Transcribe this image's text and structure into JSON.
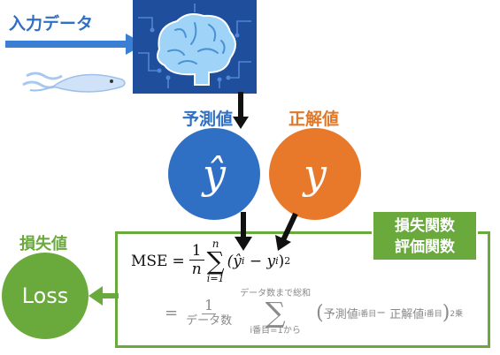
{
  "input_label": "入力データ",
  "prediction_label": "予測値",
  "correct_label": "正解値",
  "y_hat_symbol": "ŷ",
  "y_symbol": "y",
  "loss_value_label": "損失値",
  "loss_text": "Loss",
  "metric_box": {
    "line1": "損失関数",
    "line2": "評価関数"
  },
  "formula1": {
    "lhs": "MSE",
    "eq": "=",
    "frac_num": "1",
    "frac_den": "n",
    "sum_top": "n",
    "sum_symbol": "∑",
    "sum_bottom": "i=1",
    "body": "(ŷ",
    "sub_i1": "i",
    "minus": " − y",
    "sub_i2": "i",
    "close": ")",
    "power": "2"
  },
  "formula2": {
    "eq": "=",
    "frac_num": "1",
    "frac_den": "データ数",
    "sum_top": "データ数まで総和",
    "sum_symbol": "∑",
    "sum_bottom": "i番目=1から",
    "open": "(",
    "pred": "予測値",
    "pred_sub": "i番目",
    "minus": "− ",
    "correct": "正解値",
    "correct_sub": "i番目",
    "close": ")",
    "power": "2乗"
  },
  "colors": {
    "blue": "#2f6fc4",
    "orange": "#e8782a",
    "green": "#6aaa3c",
    "brain_bg": "#1f4f9c",
    "box_border": "#6aaa3c"
  }
}
